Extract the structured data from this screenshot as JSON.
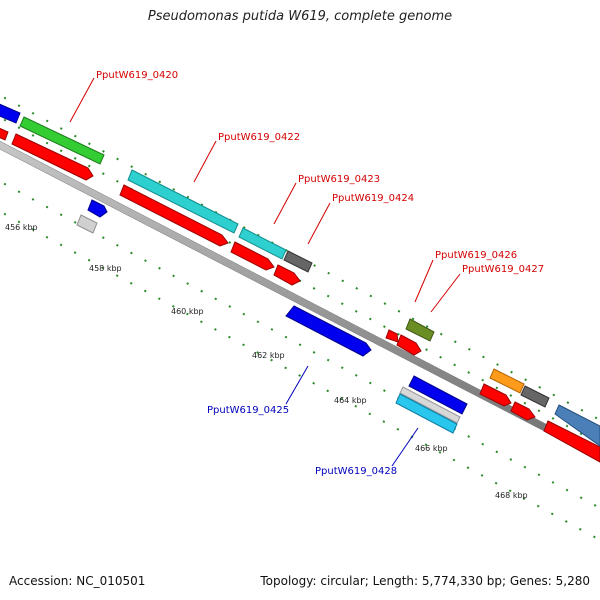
{
  "title": "Pseudomonas putida W619, complete genome",
  "footer": {
    "accession": "Accession: NC_010501",
    "topology": "Topology: circular; Length: 5,774,330 bp; Genes: 5,280"
  },
  "genome_map": {
    "gene_labels": [
      {
        "text": "PputW619_0420",
        "strand": "forward"
      },
      {
        "text": "PputW619_0422",
        "strand": "forward"
      },
      {
        "text": "PputW619_0423",
        "strand": "forward"
      },
      {
        "text": "PputW619_0424",
        "strand": "forward"
      },
      {
        "text": "PputW619_0425",
        "strand": "reverse"
      },
      {
        "text": "PputW619_0426",
        "strand": "forward"
      },
      {
        "text": "PputW619_0427",
        "strand": "forward"
      },
      {
        "text": "PputW619_0428",
        "strand": "reverse"
      }
    ],
    "kbp_ticks": [
      "456 kbp",
      "458 kbp",
      "460 kbp",
      "462 kbp",
      "464 kbp",
      "466 kbp",
      "468 kbp"
    ],
    "colors": {
      "forward_label": "#d40000",
      "reverse_label": "#0000bb",
      "backbone": "#888888",
      "tick": "#2a8a2a",
      "cds": "#ff0000",
      "rev": "#0000ee"
    }
  }
}
